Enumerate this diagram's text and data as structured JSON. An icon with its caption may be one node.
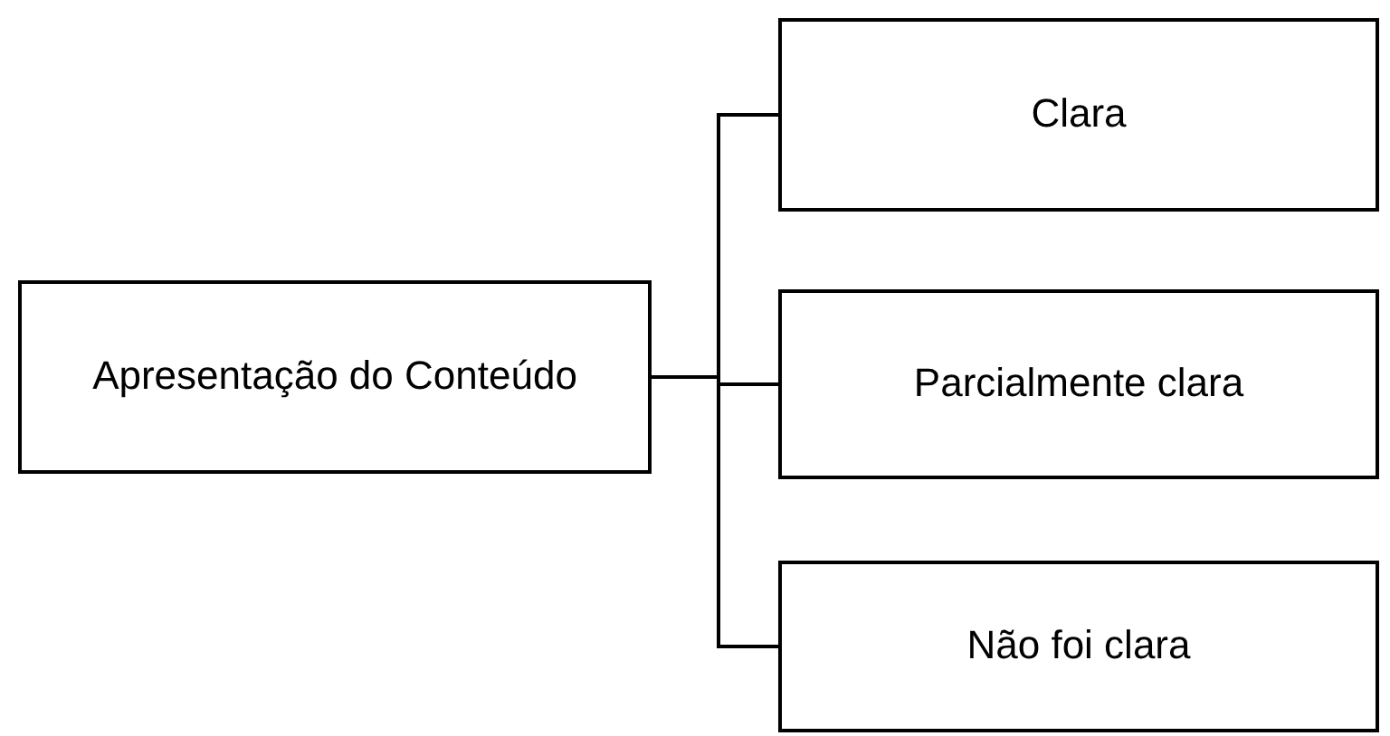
{
  "diagram": {
    "nodes": [
      {
        "text": [
          "Apresentação do Conteúdo"
        ]
      },
      {
        "text": [
          "Clara"
        ]
      },
      {
        "text": [
          "Parcialmente clara"
        ]
      },
      {
        "text": [
          "Não foi clara"
        ]
      }
    ],
    "edges": [
      {
        "from": 0,
        "to": 1,
        "arrow": "none"
      },
      {
        "from": 0,
        "to": 2,
        "arrow": "none"
      },
      {
        "from": 0,
        "to": 3,
        "arrow": "none"
      }
    ]
  }
}
